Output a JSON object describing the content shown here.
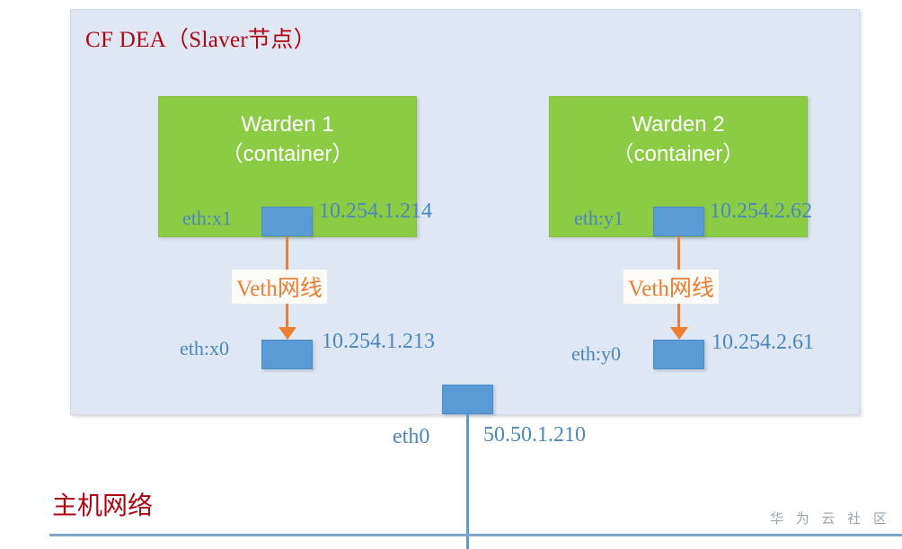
{
  "diagram": {
    "outer_panel": {
      "title": "CF DEA（Slaver节点）",
      "fill_color": "#dee7f3",
      "title_color": "#b00510"
    },
    "containers": [
      {
        "id": "warden1",
        "name": "Warden 1",
        "subtitle": "（container）",
        "fill_color": "#8ccc45",
        "interface": {
          "name": "eth:x1",
          "ip": "10.254.1.214"
        }
      },
      {
        "id": "warden2",
        "name": "Warden 2",
        "subtitle": "（container）",
        "fill_color": "#8ccc45",
        "interface": {
          "name": "eth:y1",
          "ip": "10.254.2.62"
        }
      }
    ],
    "veth_links": [
      {
        "id": "veth1",
        "label": "Veth网线",
        "color": "#ed7d31"
      },
      {
        "id": "veth2",
        "label": "Veth网线",
        "color": "#ed7d31"
      }
    ],
    "host_interfaces": [
      {
        "id": "x0",
        "name": "eth:x0",
        "ip": "10.254.1.213"
      },
      {
        "id": "y0",
        "name": "eth:y0",
        "ip": "10.254.2.61"
      }
    ],
    "uplink": {
      "name": "eth0",
      "ip": "50.50.1.210",
      "nic_color": "#5b9bd5"
    },
    "host_network": {
      "title": "主机网络",
      "title_color": "#b00510",
      "line_color": "#7ba7cf"
    },
    "watermark": "华 为 云 社 区"
  }
}
